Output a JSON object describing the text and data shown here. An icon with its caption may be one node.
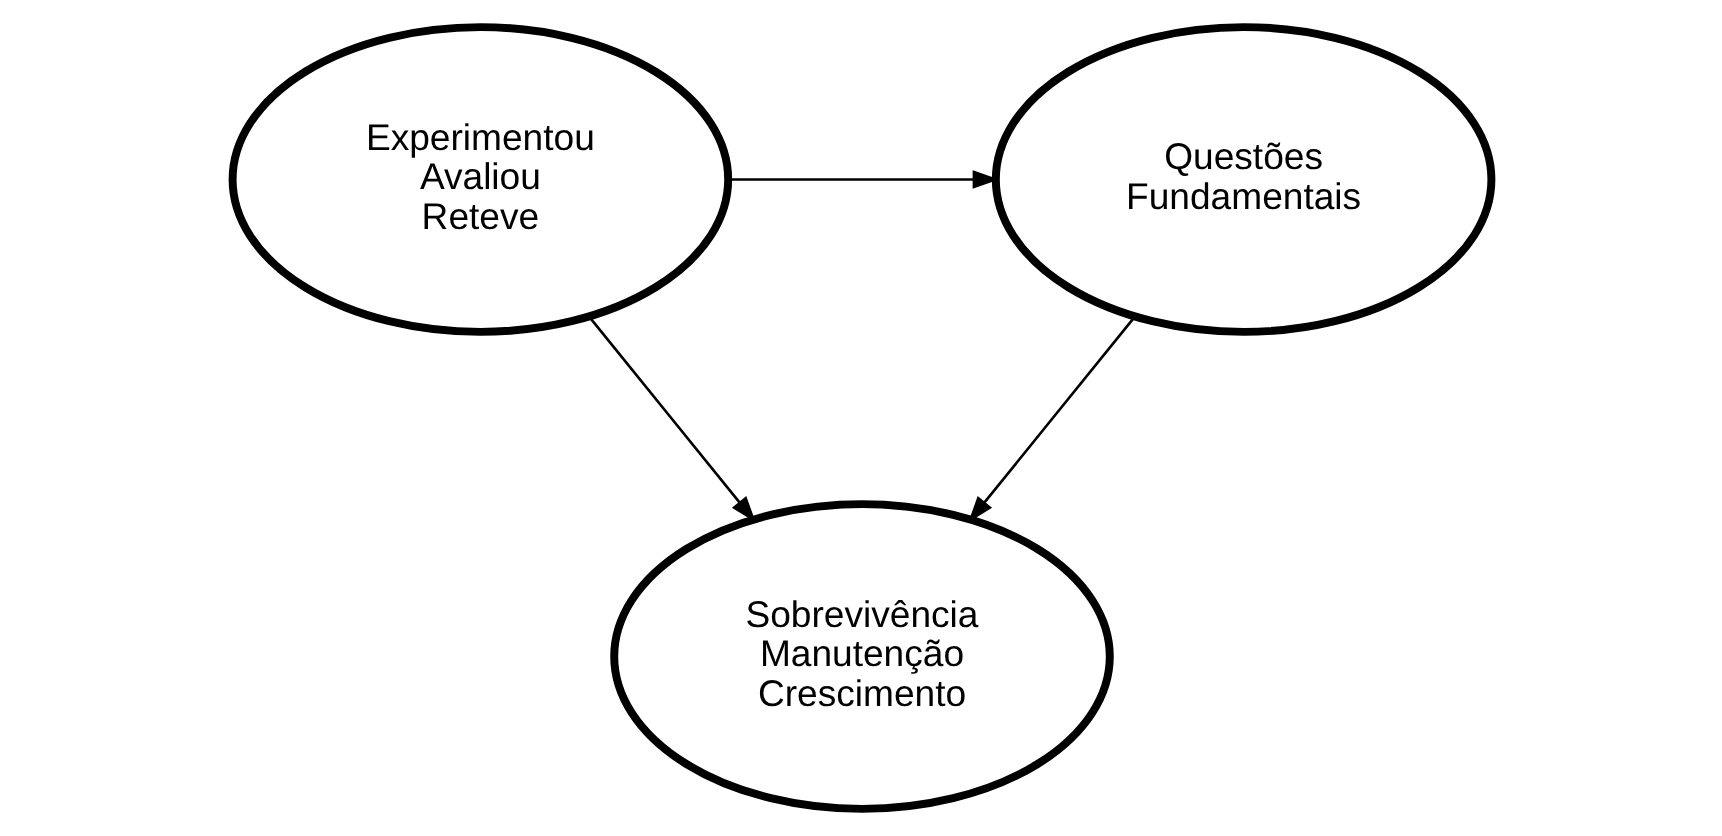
{
  "diagram": {
    "nodes": [
      {
        "text": [
          "Experimentou",
          "Avaliou",
          "Reteve"
        ]
      },
      {
        "text": [
          "Questões",
          "Fundamentais"
        ]
      },
      {
        "text": [
          "Sobrevivência",
          "Manutenção",
          "Crescimento"
        ]
      }
    ],
    "edges": [
      {
        "from": 0,
        "to": 1,
        "arrow": "to"
      },
      {
        "from": 0,
        "to": 2,
        "arrow": "to"
      },
      {
        "from": 1,
        "to": 2,
        "arrow": "to"
      }
    ]
  }
}
